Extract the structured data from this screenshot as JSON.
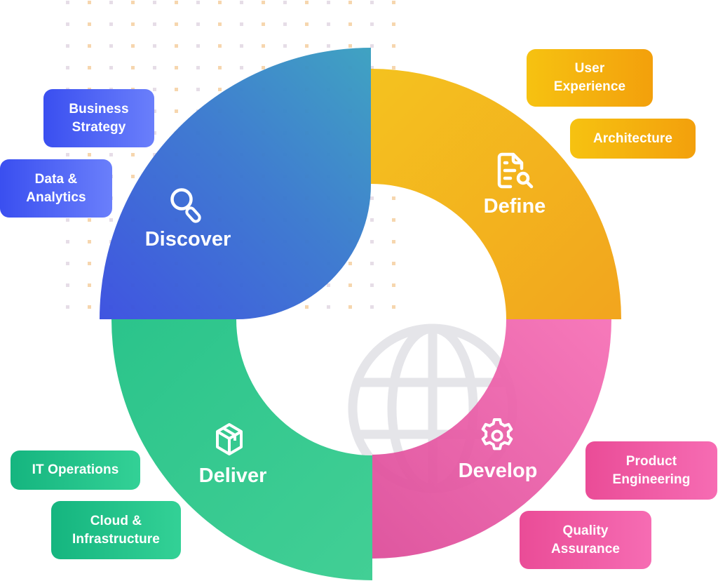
{
  "diagram": {
    "type": "cycle-donut",
    "center_icon": "globe-icon",
    "colors": {
      "discover": "#3b5bdb",
      "discover_end": "#3a9bc1",
      "define": "#f4b41c",
      "develop": "#ec5aa4",
      "deliver": "#2ec58d",
      "globe": "#e6e6ea",
      "dots_a": "#e7dfe8",
      "dots_b": "#f6d9b8"
    },
    "stages": [
      {
        "id": "discover",
        "label": "Discover",
        "icon": "search-icon",
        "services": [
          "Business\nStrategy",
          "Data &\nAnalytics"
        ]
      },
      {
        "id": "define",
        "label": "Define",
        "icon": "document-search-icon",
        "services": [
          "User\nExperience",
          "Architecture"
        ]
      },
      {
        "id": "develop",
        "label": "Develop",
        "icon": "gear-icon",
        "services": [
          "Product\nEngineering",
          "Quality\nAssurance"
        ]
      },
      {
        "id": "deliver",
        "label": "Deliver",
        "icon": "package-icon",
        "services": [
          "IT Operations",
          "Cloud &\nInfrastructure"
        ]
      }
    ]
  }
}
